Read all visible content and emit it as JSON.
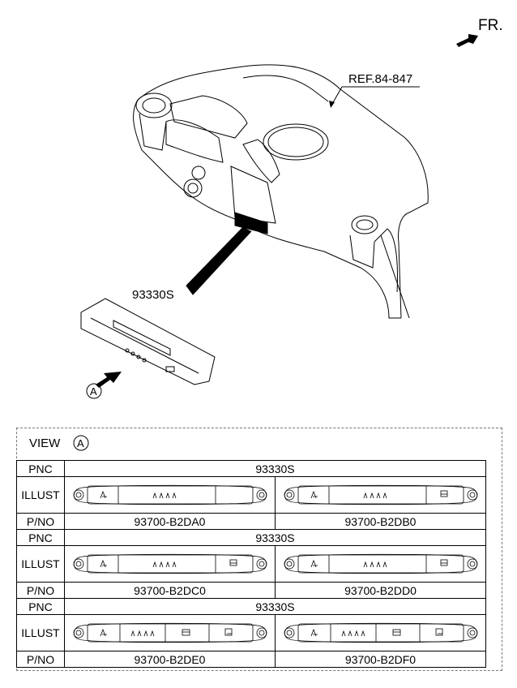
{
  "direction_label": "FR.",
  "ref_label": "REF.84-847",
  "part_callout": "93330S",
  "view_marker": "A",
  "view": {
    "title": "VIEW",
    "marker": "A"
  },
  "table": {
    "groups": [
      {
        "pnc_header": "PNC",
        "pnc": "93330S",
        "illust_header": "ILLUST",
        "pno_header": "P/NO",
        "parts": [
          {
            "pno": "93700-B2DA0"
          },
          {
            "pno": "93700-B2DB0"
          }
        ]
      },
      {
        "pnc_header": "PNC",
        "pnc": "93330S",
        "illust_header": "ILLUST",
        "pno_header": "P/NO",
        "parts": [
          {
            "pno": "93700-B2DC0"
          },
          {
            "pno": "93700-B2DD0"
          }
        ]
      },
      {
        "pnc_header": "PNC",
        "pnc": "93330S",
        "illust_header": "ILLUST",
        "pno_header": "P/NO",
        "parts": [
          {
            "pno": "93700-B2DE0"
          },
          {
            "pno": "93700-B2DF0"
          }
        ]
      }
    ]
  }
}
